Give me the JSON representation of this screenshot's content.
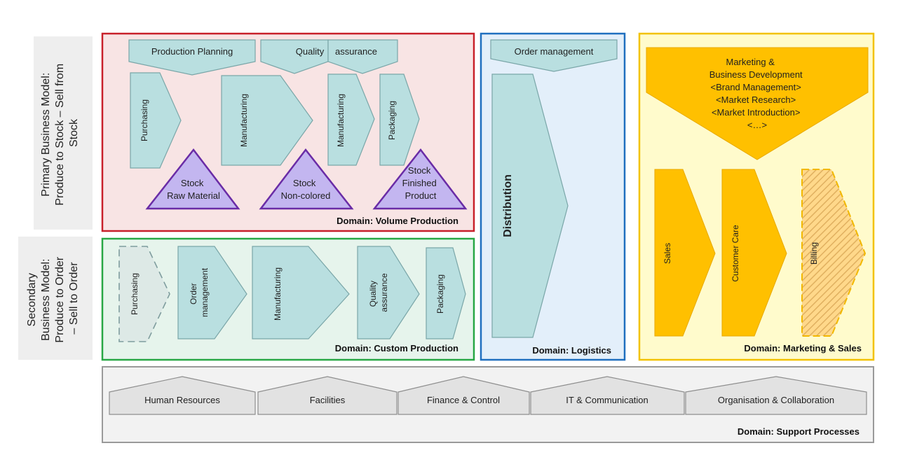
{
  "side_labels": {
    "primary": [
      "Primary Business Model:",
      "Produce to Stock – Sell from",
      "Stock"
    ],
    "secondary": [
      "Secondary",
      "Business Model:",
      "Produce to Order",
      "– Sell to Order"
    ]
  },
  "domains": {
    "volume_production": "Domain: Volume Production",
    "custom_production": "Domain: Custom Production",
    "logistics": "Domain: Logistics",
    "marketing_sales": "Domain: Marketing & Sales",
    "support": "Domain: Support Processes"
  },
  "volume": {
    "production_planning": "Production Planning",
    "quality": "Quality",
    "assurance": "assurance",
    "purchasing": "Purchasing",
    "manufacturing1": "Manufacturing",
    "manufacturing2": "Manufacturing",
    "packaging": "Packaging",
    "stock_raw": [
      "Stock",
      "Raw Material"
    ],
    "stock_noncolored": [
      "Stock",
      "Non-colored"
    ],
    "stock_finished": [
      "Stock",
      "Finished",
      "Product"
    ]
  },
  "custom": {
    "purchasing": "Purchasing",
    "order_management": [
      "Order",
      "management"
    ],
    "manufacturing": "Manufacturing",
    "quality_assurance": [
      "Quality",
      "assurance"
    ],
    "packaging": "Packaging"
  },
  "logistics": {
    "order_management": "Order management",
    "distribution": "Distribution"
  },
  "marketing": {
    "header": [
      "Marketing &",
      "Business Development",
      "<Brand Management>",
      "<Market Research>",
      "<Market Introduction>",
      "<…>"
    ],
    "sales": "Sales",
    "customer_care": "Customer Care",
    "billing": "Billing"
  },
  "support": [
    "Human Resources",
    "Facilities",
    "Finance & Control",
    "IT & Communication",
    "Organisation & Collaboration"
  ],
  "colors": {
    "volume_fill": "#f8e4e4",
    "volume_border": "#c8202a",
    "custom_fill": "#e6f4ec",
    "custom_border": "#28a745",
    "logistics_fill": "#e3effa",
    "logistics_border": "#1f6fbf",
    "marketing_fill": "#fffbcc",
    "marketing_border": "#f2c200",
    "support_fill": "#f2f2f2",
    "support_border": "#9a9a9a"
  }
}
